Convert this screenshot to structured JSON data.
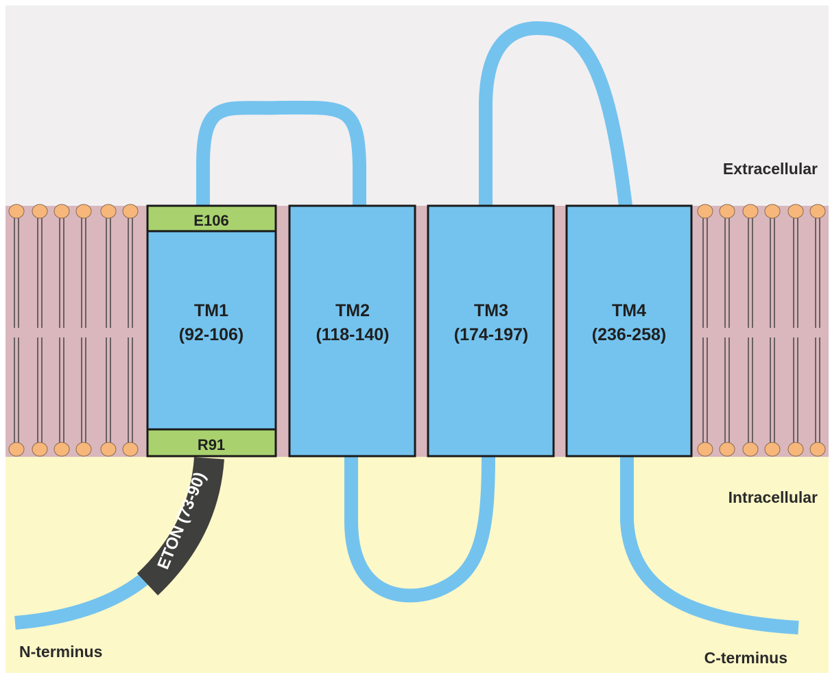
{
  "regions": {
    "extracellular": "Extracellular",
    "intracellular": "Intracellular"
  },
  "termini": {
    "n_terminus": "N-terminus",
    "c_terminus": "C-terminus"
  },
  "residues": {
    "top": "E106",
    "bottom": "R91"
  },
  "eton_label": "ETON (73-90)",
  "helices": [
    {
      "name": "TM1",
      "range": "(92-106)"
    },
    {
      "name": "TM2",
      "range": "(118-140)"
    },
    {
      "name": "TM3",
      "range": "(174-197)"
    },
    {
      "name": "TM4",
      "range": "(236-258)"
    }
  ],
  "colors": {
    "extracellular_bg": "#f2eff1",
    "intracellular_bg": "#fdf8c8",
    "membrane": "#d9b7bd",
    "lipid_head": "#f7b77a",
    "helix": "#74c3ee",
    "loop": "#74c3ee",
    "residue_box": "#a9d26f",
    "eton": "#3f3f3d"
  }
}
